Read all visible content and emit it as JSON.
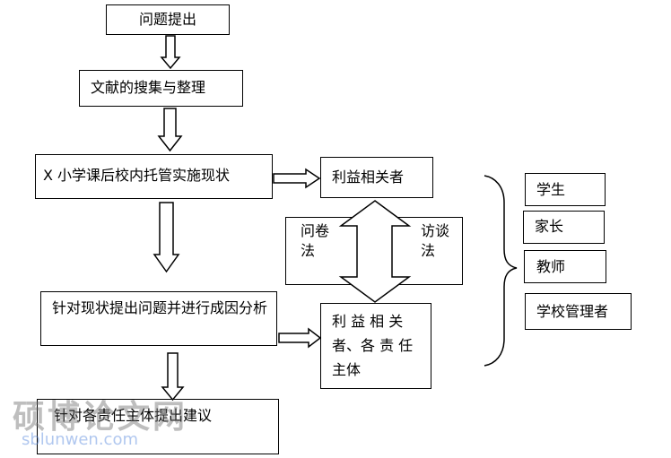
{
  "colors": {
    "stroke": "#000000",
    "fill": "#ffffff",
    "watermark": "#6e6e6e",
    "watermark_url": "#5082dc"
  },
  "main_flow": {
    "step1": "问题提出",
    "step2": "文献的搜集与整理",
    "step3": "X 小学课后校内托管实施现状",
    "step4": "针对现状提出问题并进行成因分析",
    "step5": "针对各责任主体提出建议"
  },
  "side": {
    "stakeholders": "利益相关者",
    "responsible": "利 益 相 关 者、各 责 任 主体",
    "method_left": "问卷法",
    "method_right": "访谈法"
  },
  "stakeholder_list": [
    "学生",
    "家长",
    "教师",
    "学校管理者"
  ],
  "watermark": {
    "title": "硕博论文网",
    "url": "sblunwen.com"
  }
}
